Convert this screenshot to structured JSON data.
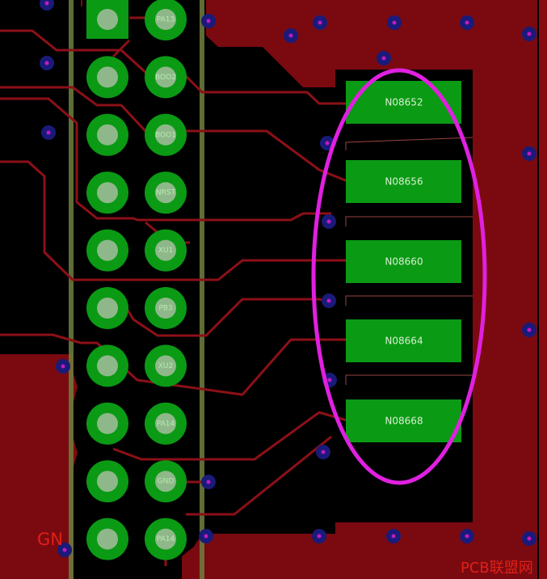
{
  "colors": {
    "background": "#000000",
    "copper_pour": "#7a0a10",
    "trace": "#8c1018",
    "pad_ring": "#0a9a14",
    "pad_hole": "#8fb88a",
    "smd_pad": "#0a9a14",
    "silkscreen": "#6f7f40",
    "via_ring": "#1a1a7a",
    "via_center": "#c01ac0",
    "highlight_ellipse": "#e020e0",
    "watermark": "#e02018"
  },
  "header_pins": [
    {
      "label": ""
    },
    {
      "label": "PA13"
    },
    {
      "label": ""
    },
    {
      "label": "BOO2"
    },
    {
      "label": ""
    },
    {
      "label": "BOO1"
    },
    {
      "label": ""
    },
    {
      "label": "NRST"
    },
    {
      "label": ""
    },
    {
      "label": "XU1"
    },
    {
      "label": ""
    },
    {
      "label": "PB3"
    },
    {
      "label": ""
    },
    {
      "label": "XU2"
    },
    {
      "label": ""
    },
    {
      "label": "PA14"
    },
    {
      "label": ""
    },
    {
      "label": "GND"
    },
    {
      "label": ""
    },
    {
      "label": "PA14"
    }
  ],
  "smd_pads": [
    {
      "net": "N08652"
    },
    {
      "net": "N08656"
    },
    {
      "net": "N08660"
    },
    {
      "net": "N08664"
    },
    {
      "net": "N08668"
    }
  ],
  "gnd_label": "GN",
  "watermark": "PCB联盟网",
  "via_icon": "via-icon"
}
